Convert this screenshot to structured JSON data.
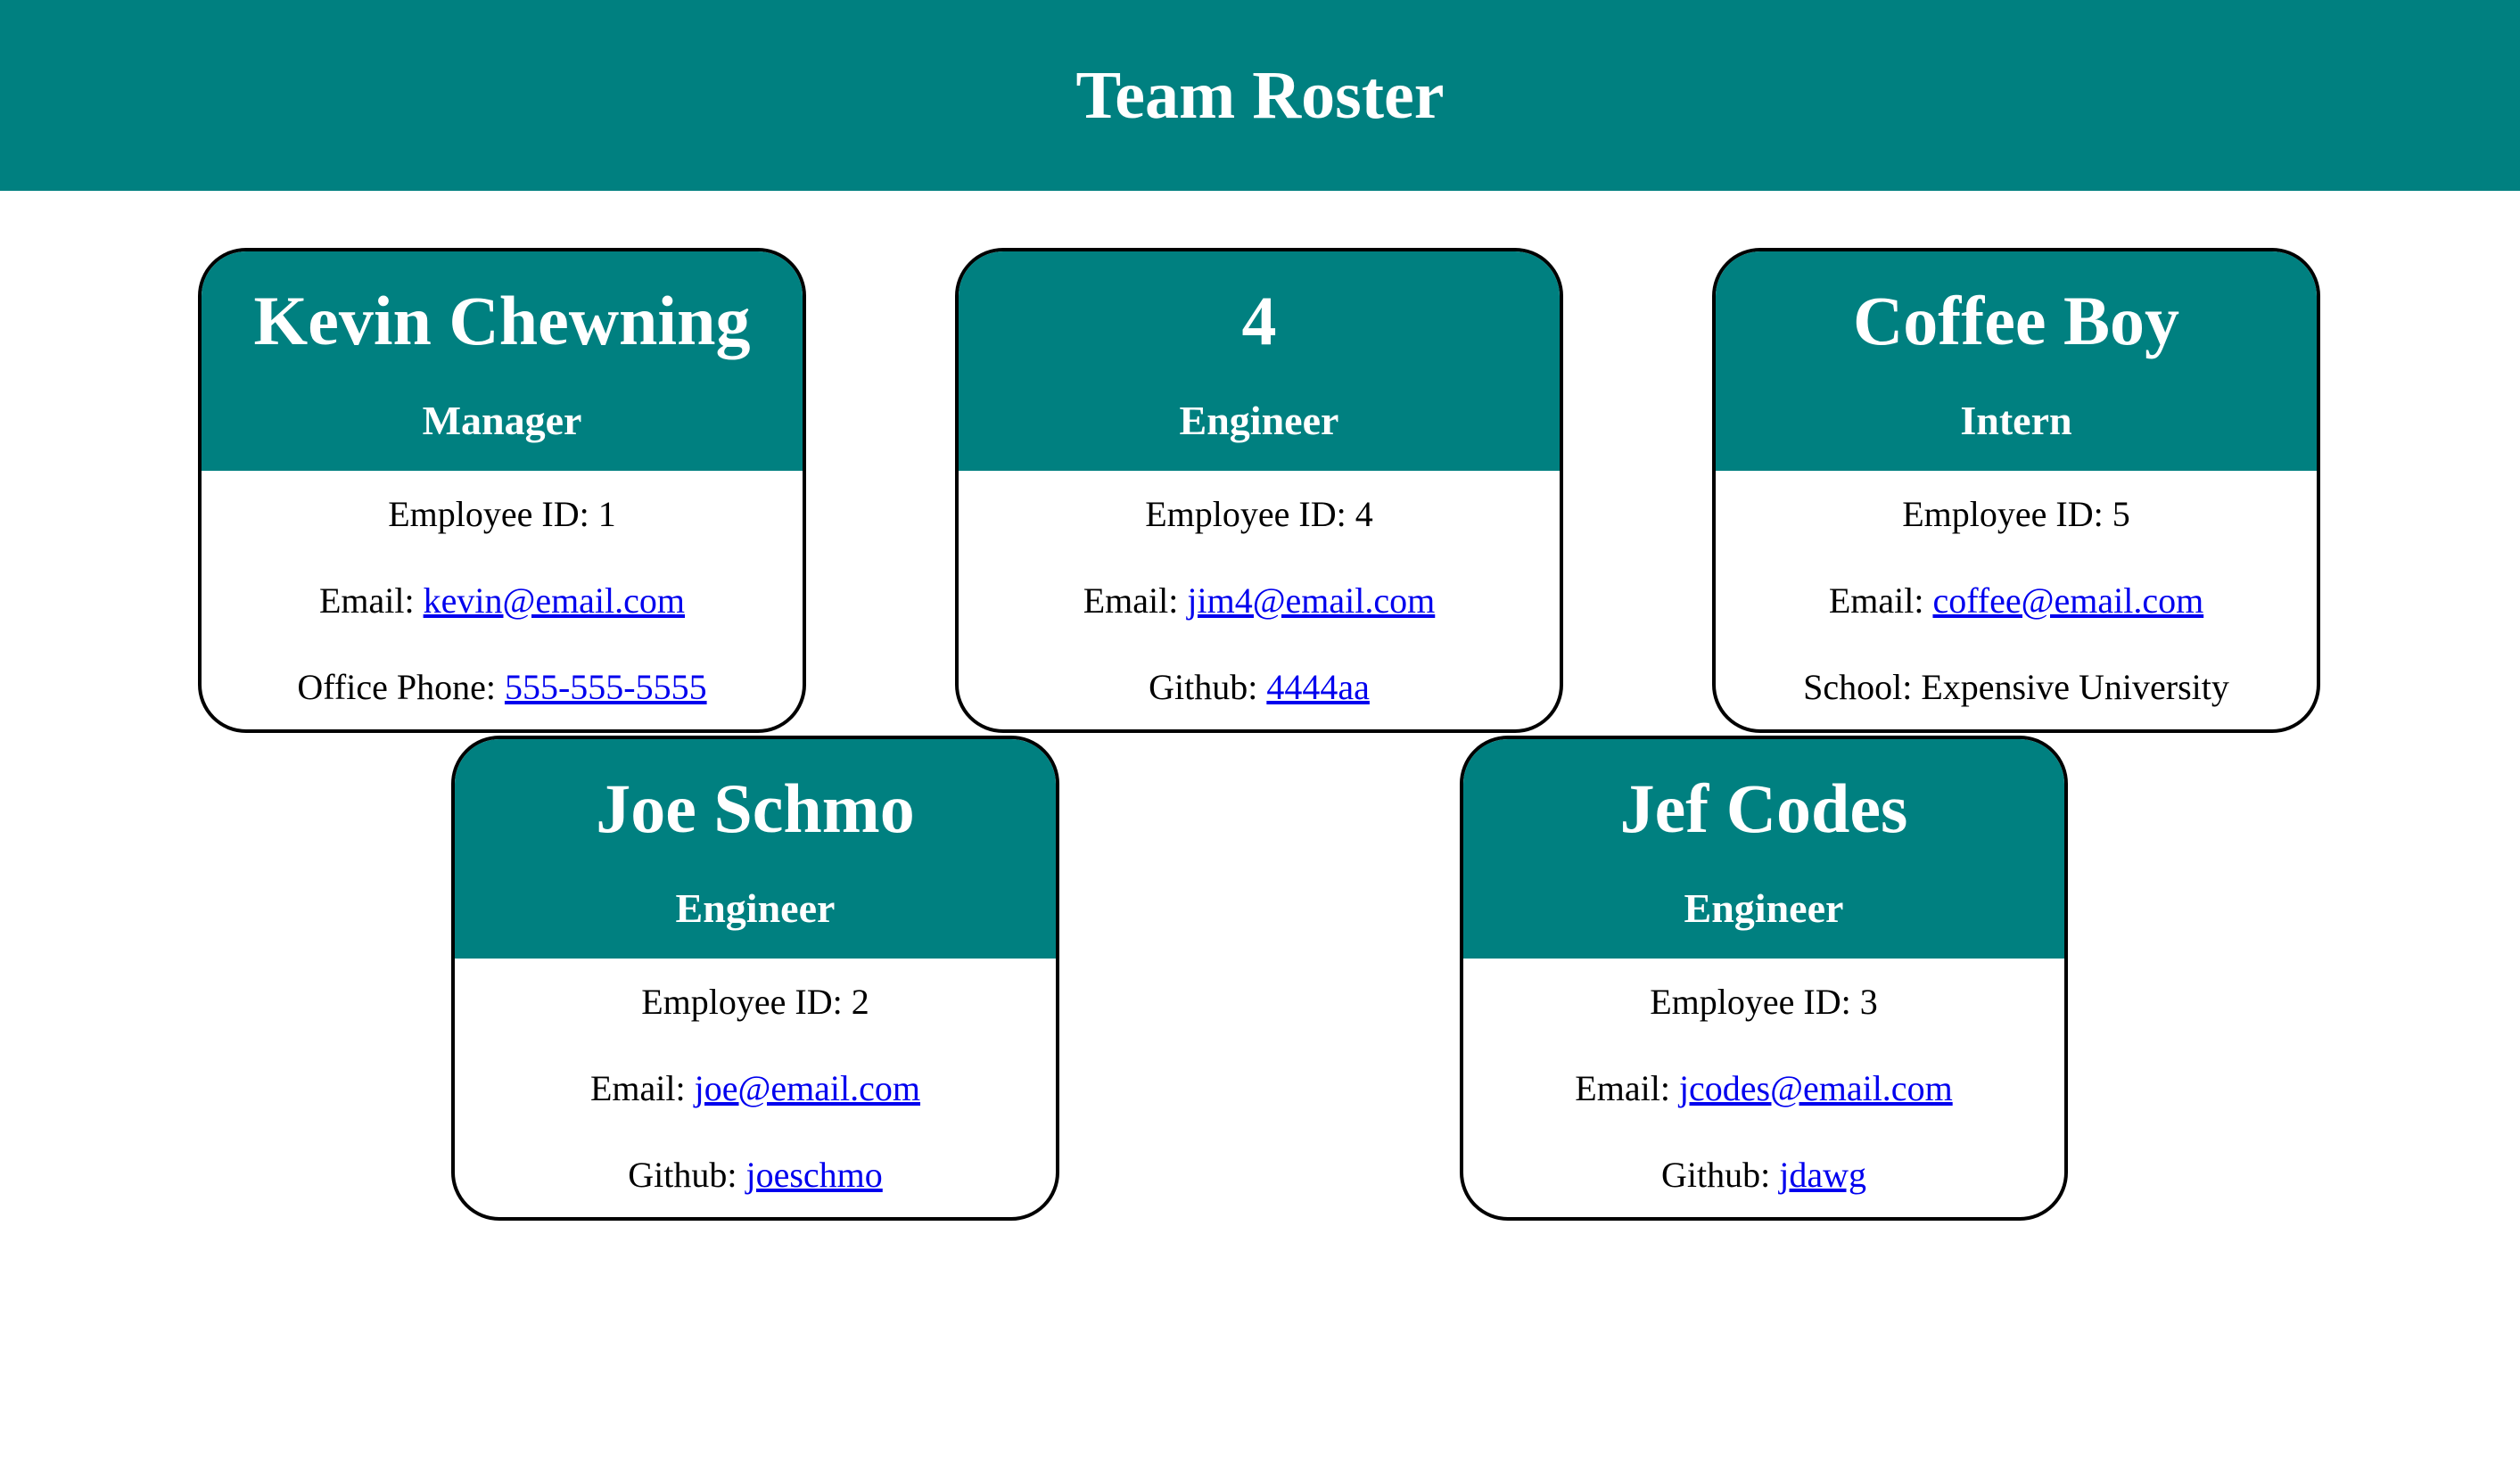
{
  "header": {
    "title": "Team Roster"
  },
  "colors": {
    "accent": "#008080",
    "link": "#0000ee",
    "border": "#000000"
  },
  "cards": [
    {
      "name": "Kevin Chewning",
      "role": "Manager",
      "id_label": "Employee ID: 1",
      "email_prefix": "Email: ",
      "email": "kevin@email.com",
      "extra_prefix": "Office Phone: ",
      "extra_value": "555-555-5555"
    },
    {
      "name": "4",
      "role": "Engineer",
      "id_label": "Employee ID: 4",
      "email_prefix": "Email: ",
      "email": "jim4@email.com",
      "extra_prefix": "Github: ",
      "extra_value": "4444aa"
    },
    {
      "name": "Coffee Boy",
      "role": "Intern",
      "id_label": "Employee ID: 5",
      "email_prefix": "Email: ",
      "email": "coffee@email.com",
      "extra_prefix": "School: Expensive University",
      "extra_value": ""
    },
    {
      "name": "Joe Schmo",
      "role": "Engineer",
      "id_label": "Employee ID: 2",
      "email_prefix": "Email: ",
      "email": "joe@email.com",
      "extra_prefix": "Github: ",
      "extra_value": "joeschmo"
    },
    {
      "name": "Jef Codes",
      "role": "Engineer",
      "id_label": "Employee ID: 3",
      "email_prefix": "Email: ",
      "email": "jcodes@email.com",
      "extra_prefix": "Github: ",
      "extra_value": "jdawg"
    }
  ]
}
